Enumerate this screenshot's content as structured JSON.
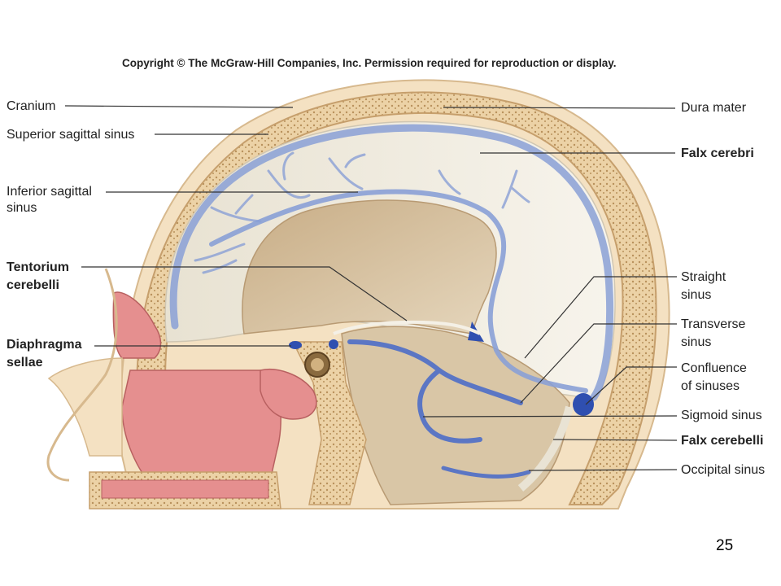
{
  "copyright": "Copyright © The McGraw-Hill Companies, Inc. Permission required for reproduction or display.",
  "labels_left": {
    "cranium": "Cranium",
    "superior_sagittal_sinus": "Superior sagittal sinus",
    "inferior_sagittal_sinus_1": "Inferior sagittal",
    "inferior_sagittal_sinus_2": "sinus",
    "tentorium_cerebelli_1": "Tentorium",
    "tentorium_cerebelli_2": "cerebelli",
    "diaphragma_sellae_1": "Diaphragma",
    "diaphragma_sellae_2": "sellae"
  },
  "labels_right": {
    "dura_mater": "Dura mater",
    "falx_cerebri": "Falx cerebri",
    "straight_sinus_1": "Straight",
    "straight_sinus_2": "sinus",
    "transverse_sinus_1": "Transverse",
    "transverse_sinus_2": "sinus",
    "confluence_1": "Confluence",
    "confluence_2": "of sinuses",
    "sigmoid_sinus": "Sigmoid sinus",
    "falx_cerebelli": "Falx cerebelli",
    "occipital_sinus": "Occipital sinus"
  },
  "slide_number": "25",
  "colors": {
    "bone": "#f2dcb8",
    "bone_spongy": "#d9b98a",
    "dura": "#f3efe4",
    "sinus_blue": "#7f97d2",
    "brain_cavity": "#d8c4a4",
    "nasal_pink": "#e58f8f",
    "nasal_dark": "#c96666",
    "leader": "#333333"
  }
}
